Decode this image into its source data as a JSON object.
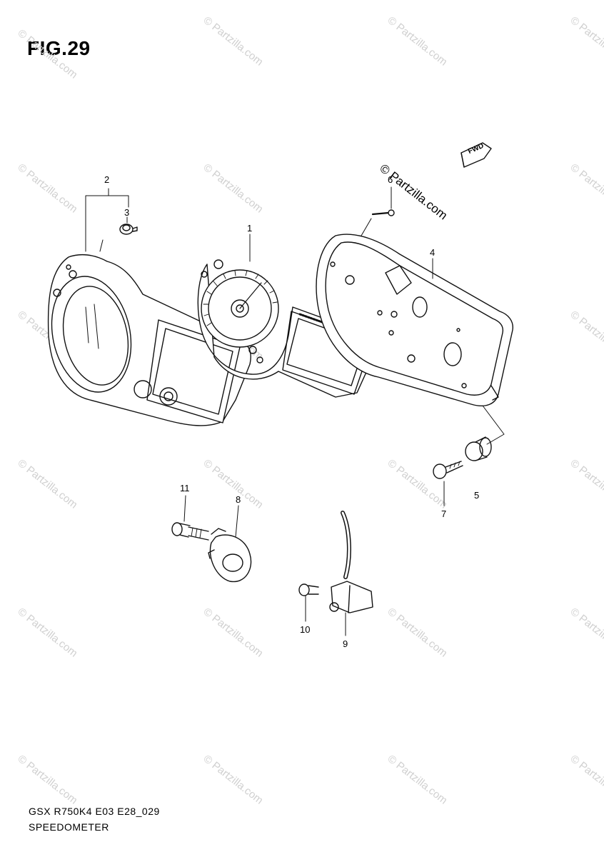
{
  "figure": {
    "title": "FIG.29"
  },
  "footer": {
    "model_code": "GSX R750K4 E03 E28_029",
    "section_name": "SPEEDOMETER"
  },
  "brand_mark": "© Partzilla.com",
  "watermark": "© Partzilla.com",
  "fwd_label": "FWD",
  "callouts": [
    {
      "id": "1",
      "label": "1"
    },
    {
      "id": "2",
      "label": "2"
    },
    {
      "id": "3",
      "label": "3"
    },
    {
      "id": "4",
      "label": "4"
    },
    {
      "id": "5",
      "label": "5"
    },
    {
      "id": "6",
      "label": "6"
    },
    {
      "id": "7",
      "label": "7"
    },
    {
      "id": "8",
      "label": "8"
    },
    {
      "id": "9",
      "label": "9"
    },
    {
      "id": "10",
      "label": "10"
    },
    {
      "id": "11",
      "label": "11"
    }
  ],
  "colors": {
    "line": "#111111",
    "watermark": "#d0d0d0"
  }
}
